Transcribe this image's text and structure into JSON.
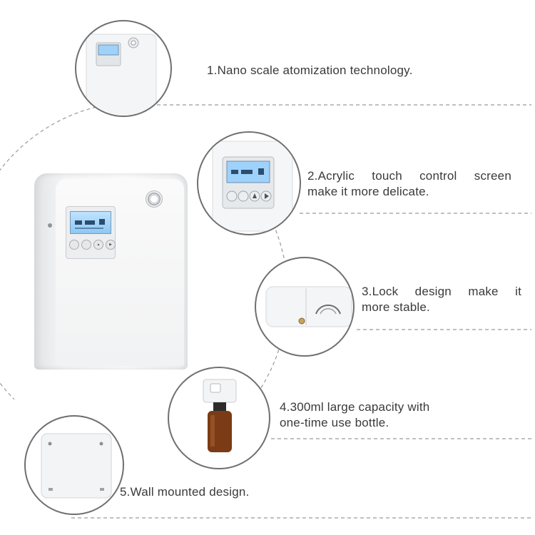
{
  "features": [
    {
      "lines": [
        "1.Nano scale atomization technology."
      ],
      "icon": "atomizer-icon"
    },
    {
      "lines": [
        "2.Acrylic touch control screen",
        "make it more delicate."
      ],
      "icon": "touch-screen-icon"
    },
    {
      "lines": [
        "3.Lock design make it",
        "more stable."
      ],
      "icon": "lock-icon"
    },
    {
      "lines": [
        "4.300ml large capacity with",
        "one-time use bottle."
      ],
      "icon": "bottle-icon"
    },
    {
      "lines": [
        "5.Wall mounted design."
      ],
      "icon": "wall-mount-icon"
    }
  ],
  "colors": {
    "divider": "#9a9a9a",
    "circle_border": "#6f6f6f",
    "lcd": "#9fd2fa",
    "bottle": "#7a3b16",
    "device_body": "#f3f4f5"
  }
}
